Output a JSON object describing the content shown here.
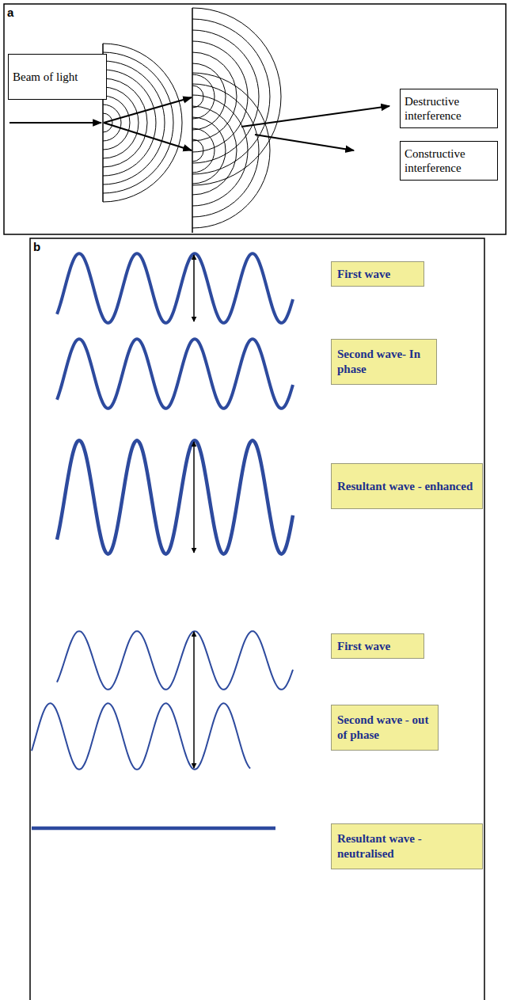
{
  "diagram": {
    "nodes": [
      {
        "text": [
          "Beam of light"
        ]
      },
      {
        "text": [
          "Destructive interference"
        ]
      },
      {
        "text": [
          "Constructive interference"
        ]
      },
      {
        "text": [
          "First wave"
        ]
      },
      {
        "text": [
          "Second wave- In phase"
        ]
      },
      {
        "text": [
          "Resultant wave - enhanced"
        ]
      },
      {
        "text": [
          "First wave"
        ]
      },
      {
        "text": [
          "Second wave - out of phase"
        ]
      },
      {
        "text": [
          "Resultant wave - neutralised"
        ]
      }
    ],
    "labels": [
      "a",
      "b"
    ]
  }
}
